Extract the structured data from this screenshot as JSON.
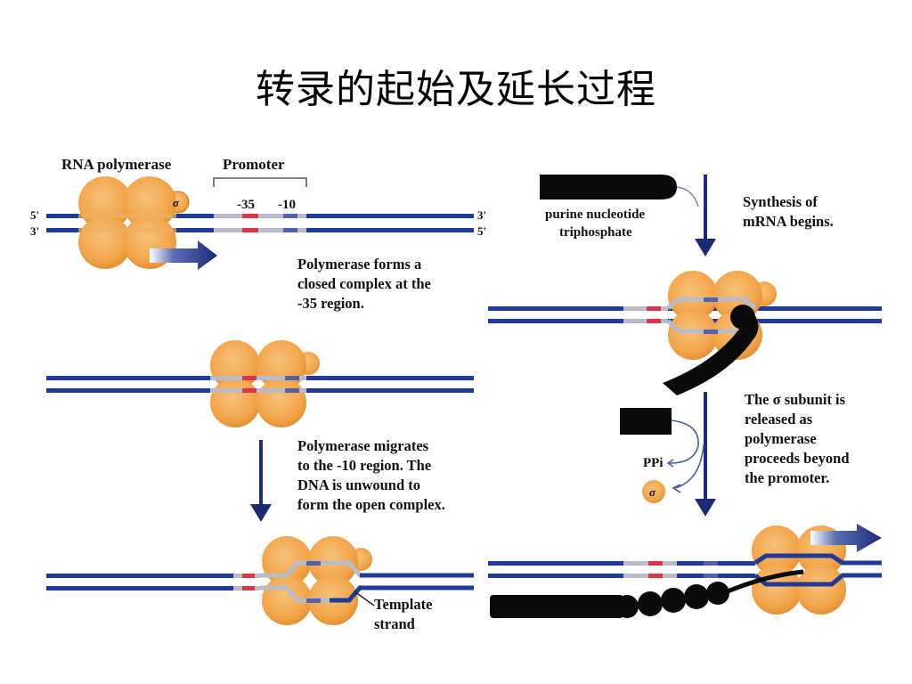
{
  "slide": {
    "title": "转录的起始及延长过程"
  },
  "labels": {
    "rna_polymerase": "RNA polymerase",
    "promoter": "Promoter",
    "minus35": "-35",
    "minus10": "-10",
    "five_prime_left": "5'",
    "three_prime_left": "3'",
    "three_prime_right": "3'",
    "five_prime_right": "5'",
    "sigma": "σ",
    "purine_line1": "purine nucleotide",
    "purine_line2": "triphosphate",
    "ppi": "PPi",
    "sigma_released": "σ",
    "template_line1": "Template",
    "template_line2": "strand"
  },
  "notes": {
    "closed_complex": [
      "Polymerase forms a",
      "closed complex at the",
      "-35 region."
    ],
    "open_complex": [
      "Polymerase migrates",
      "to the -10 region.  The",
      "DNA is unwound to",
      "form the open complex."
    ],
    "synthesis": [
      "Synthesis of",
      "mRNA begins."
    ],
    "sigma_release": [
      "The σ subunit is",
      "released as",
      "polymerase",
      "proceeds beyond",
      "the promoter."
    ]
  },
  "colors": {
    "dna": "#1f3b9a",
    "polymerase": "#f2a44a",
    "polymerase_edge": "#c97818",
    "promoter_red": "#d9364a",
    "promoter_grey": "#b9bcc8",
    "arrow_navy": "#1c2a78",
    "nucleotide_black": "#0a0a0a"
  }
}
